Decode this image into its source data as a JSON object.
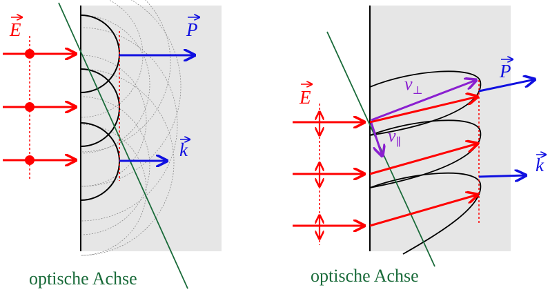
{
  "colors": {
    "field": "#ff0000",
    "poynting": "#1010e0",
    "wave": "#1010e0",
    "axis": "#1a6b3a",
    "velocity": "#8a1fd0",
    "crystal": "#e6e6e6",
    "wavefront": "#000000",
    "huygens": "#888888"
  },
  "left": {
    "field_label": "E",
    "poynting_label": "P",
    "wave_label": "k",
    "axis_label": "optische Achse"
  },
  "right": {
    "field_label": "E",
    "poynting_label": "P",
    "wave_label": "k",
    "axis_label": "optische Achse",
    "v_perp_label": "v",
    "v_perp_sub": "⊥",
    "v_par_label": "v",
    "v_par_sub": "∥"
  }
}
